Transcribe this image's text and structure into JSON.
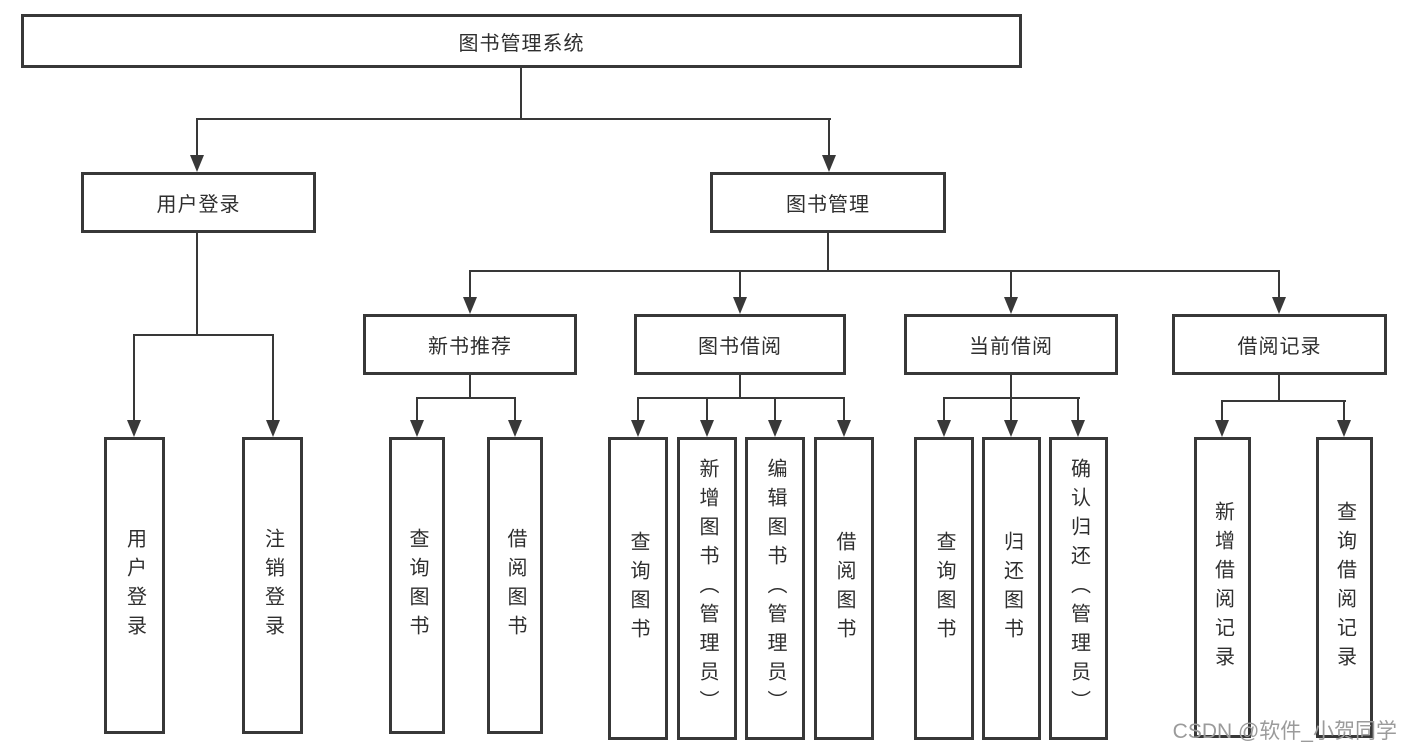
{
  "diagram_title": "图书管理系统",
  "tree": {
    "label": "图书管理系统",
    "children": [
      {
        "label": "用户登录",
        "children": [
          {
            "label": "用户登录"
          },
          {
            "label": "注销登录"
          }
        ]
      },
      {
        "label": "图书管理",
        "children": [
          {
            "label": "新书推荐",
            "children": [
              {
                "label": "查询图书"
              },
              {
                "label": "借阅图书"
              }
            ]
          },
          {
            "label": "图书借阅",
            "children": [
              {
                "label": "查询图书"
              },
              {
                "label": "新增图书（管理员）"
              },
              {
                "label": "编辑图书（管理员）"
              },
              {
                "label": "借阅图书"
              }
            ]
          },
          {
            "label": "当前借阅",
            "children": [
              {
                "label": "查询图书"
              },
              {
                "label": "归还图书"
              },
              {
                "label": "确认归还（管理员）"
              }
            ]
          },
          {
            "label": "借阅记录",
            "children": [
              {
                "label": "新增借阅记录"
              },
              {
                "label": "查询借阅记录"
              }
            ]
          }
        ]
      }
    ]
  },
  "watermark": {
    "text": "CSDN @软件_小贺同学"
  },
  "colors": {
    "line": "#383838",
    "box_border": "#383838",
    "box_fill": "#ffffff",
    "text": "#2f2f2f",
    "watermark": "#9b9b9b",
    "background": "#ffffff"
  }
}
